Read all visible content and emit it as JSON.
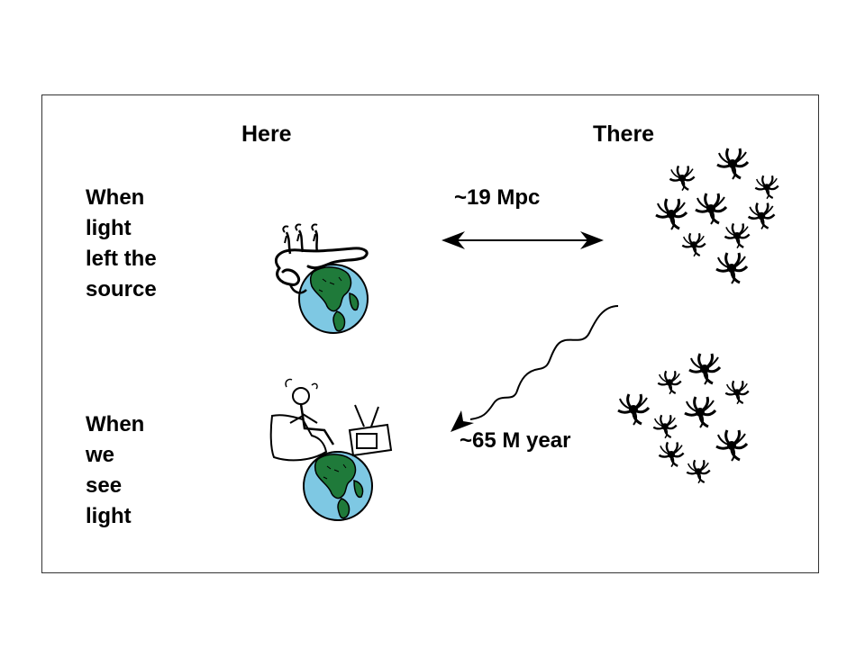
{
  "headers": {
    "here": "Here",
    "there": "There"
  },
  "rows": {
    "past": [
      "When",
      "light",
      "left the",
      "source"
    ],
    "present": [
      "When",
      "we",
      "see",
      "light"
    ]
  },
  "distance_label": "~19 Mpc",
  "time_label": "~65 M year",
  "colors": {
    "ocean": "#7ec8e3",
    "land": "#1f7a3a",
    "ink": "#000000"
  },
  "icons": {
    "past_here": "dinosaur-on-globe-icon",
    "present_here": "person-watching-tv-on-globe-icon",
    "galaxies": "galaxy-cluster-icon"
  }
}
